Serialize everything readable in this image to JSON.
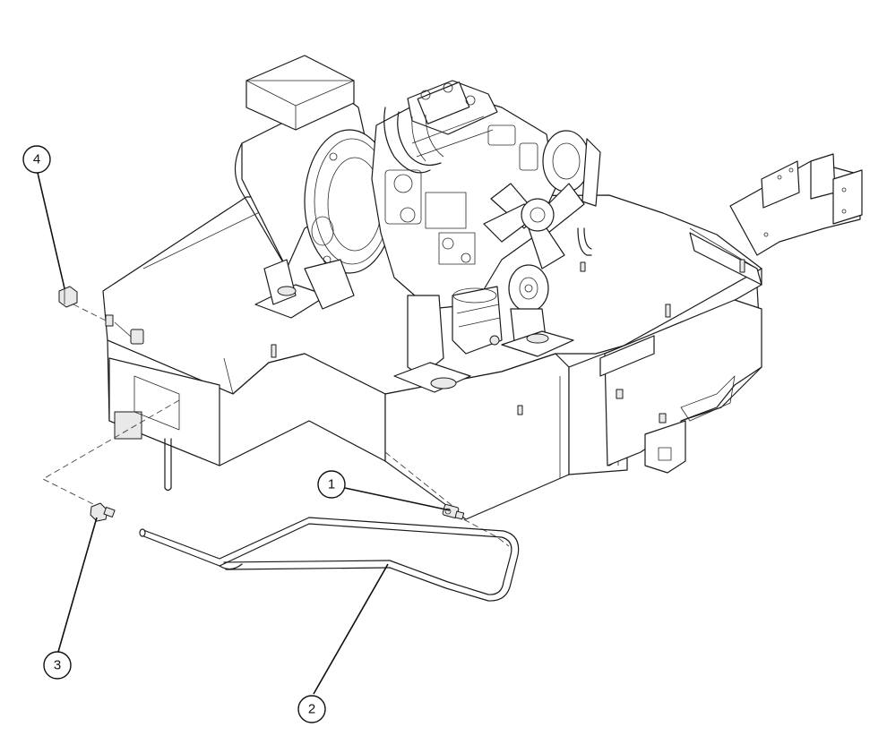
{
  "callouts": [
    {
      "id": "callout-1",
      "label": "1"
    },
    {
      "id": "callout-2",
      "label": "2"
    },
    {
      "id": "callout-3",
      "label": "3"
    },
    {
      "id": "callout-4",
      "label": "4"
    }
  ]
}
